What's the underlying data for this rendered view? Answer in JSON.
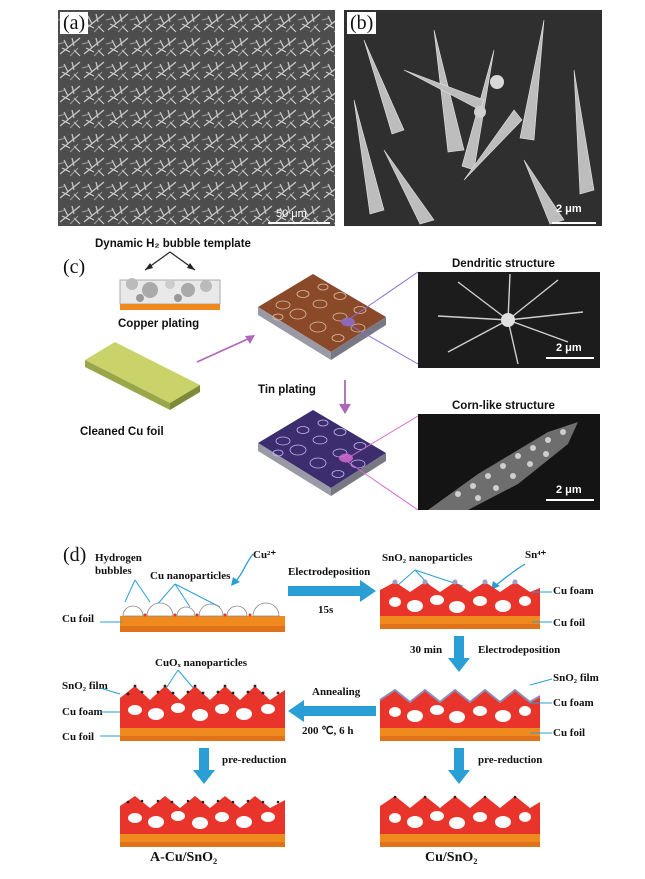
{
  "panels": {
    "a": {
      "label": "(a)",
      "scale": "50 μm"
    },
    "b": {
      "label": "(b)",
      "scale": "2 μm"
    },
    "c": {
      "label": "(c)",
      "template_title": "Dynamic H₂ bubble template",
      "copper_plating": "Copper plating",
      "cleaned_foil": "Cleaned Cu foil",
      "tin_plating": "Tin plating",
      "dendritic": "Dendritic structure",
      "cornlike": "Corn-like structure",
      "scale1": "2 μm",
      "scale2": "2 μm"
    },
    "d": {
      "label": "(d)",
      "hydrogen_bubbles_1": "Hydrogen",
      "hydrogen_bubbles_2": "bubbles",
      "cu_nanoparticles": "Cu nanoparticles",
      "cu2plus": "Cu²⁺",
      "cu_foil_left": "Cu foil",
      "electrodeposition_1": "Electrodeposition",
      "time_15s": "15s",
      "sno2_nano": "SnO₂ nanoparticles",
      "sn4plus": "Sn⁴⁺",
      "cu_foam_r1": "Cu foam",
      "cu_foil_r1": "Cu foil",
      "time_30min": "30 min",
      "electrodeposition_2": "Electrodeposition",
      "sno2_film_r2": "SnO₂ film",
      "cu_foam_r2": "Cu foam",
      "cu_foil_r2": "Cu foil",
      "annealing": "Annealing",
      "annealing_cond": "200 ℃, 6 h",
      "cuox_nano": "CuOₓ nanoparticles",
      "sno2_film_l": "SnO₂ film",
      "cu_foam_l": "Cu foam",
      "cu_foil_l": "Cu foil",
      "prereduction_l": "pre-reduction",
      "prereduction_r": "pre-reduction",
      "final_left": "A-Cu/SnO₂",
      "final_right": "Cu/SnO₂"
    }
  },
  "colors": {
    "copper_red": "#e8342a",
    "foil_orange": "#f08a1e",
    "arrow_blue": "#2a9fd6",
    "coated_brown": "#8a4a2a",
    "coated_purple": "#3c2d6e",
    "foil_yellowgreen": "#c9d36a"
  }
}
